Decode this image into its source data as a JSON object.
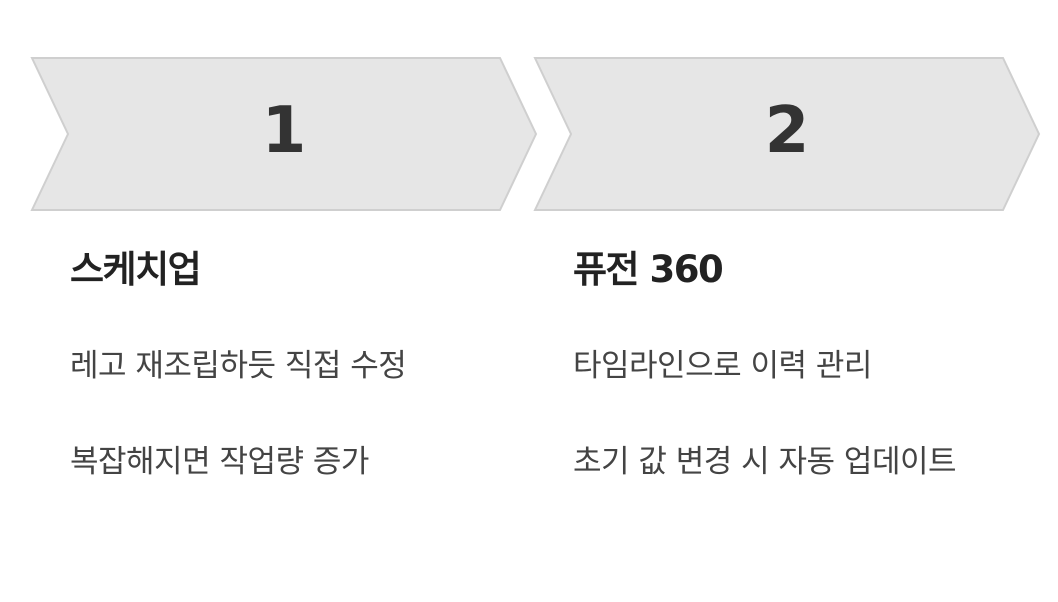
{
  "colors": {
    "chevron_fill": "#e6e6e6",
    "chevron_stroke": "#cfcfcf",
    "text": "#333333"
  },
  "steps": [
    {
      "number": "1",
      "title": "스케치업",
      "points": [
        "레고 재조립하듯 직접 수정",
        "복잡해지면 작업량 증가"
      ]
    },
    {
      "number": "2",
      "title": "퓨전 360",
      "points": [
        "타임라인으로 이력 관리",
        "초기 값 변경 시 자동 업데이트"
      ]
    }
  ]
}
